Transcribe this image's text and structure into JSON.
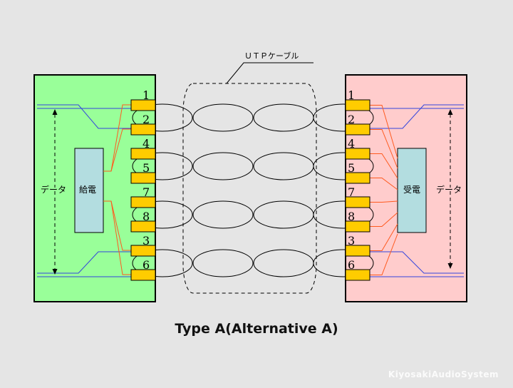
{
  "cable_label": "ＵＴＰケーブル",
  "caption": "Type A(Alternative A)",
  "watermark": "KiyosakiAudioSystem",
  "left": {
    "data_label": "データ",
    "power_label": "給電"
  },
  "right": {
    "data_label": "データ",
    "power_label": "受電"
  },
  "pins": [
    "1",
    "2",
    "4",
    "5",
    "7",
    "8",
    "3",
    "6"
  ],
  "colors": {
    "left_box": "#99ff99",
    "right_box": "#ffcccc",
    "power_box": "#b3dde0",
    "pin": "#ffcc00",
    "power_wire": "#ff5a1f",
    "data_wire": "#3344dd",
    "background": "#e5e5e5"
  }
}
